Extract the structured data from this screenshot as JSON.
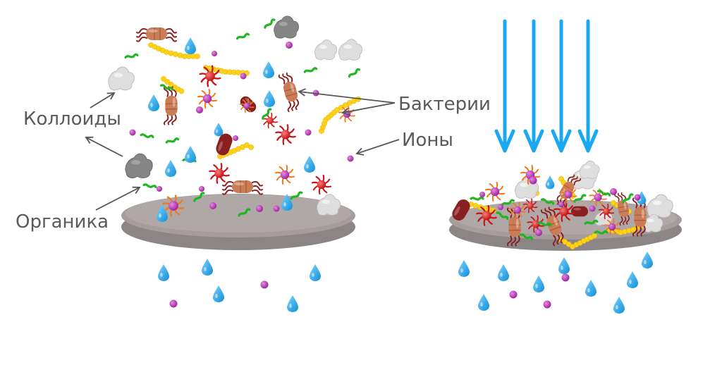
{
  "labels": {
    "colloids": "Коллоиды",
    "organics": "Органика",
    "bacteria": "Бактерии",
    "ions": "Ионы"
  },
  "colors": {
    "membrane_top": "#a69c9c",
    "membrane_side": "#8c8585",
    "water_drop": "#1fa6e8",
    "ion": "#b532b5",
    "colloid": "#dedede",
    "colloid_dark": "#858585",
    "organic": "#22b522",
    "bacteria_rod": "#c97c55",
    "bacteria_red": "#e82020",
    "bacteria_dark": "#8a1f1f",
    "bead_chain": "#ffd21a",
    "flow_arrow": "#1aa8f0",
    "pointer_arrow": "#555555"
  }
}
